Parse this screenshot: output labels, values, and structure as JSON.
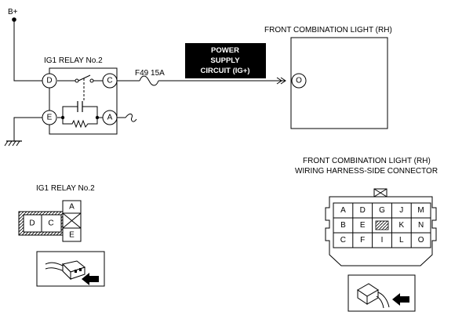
{
  "power": {
    "source": "B+"
  },
  "relay": {
    "title": "IG1 RELAY No.2",
    "terminals": {
      "d": "D",
      "c": "C",
      "e": "E",
      "a": "A"
    }
  },
  "fuse": {
    "label": "F49 15A"
  },
  "circuit": {
    "line1": "POWER",
    "line2": "SUPPLY",
    "line3": "CIRCUIT (IG+)"
  },
  "light": {
    "title": "FRONT COMBINATION LIGHT (RH)",
    "terminal": "O"
  },
  "relay_connector": {
    "title": "IG1 RELAY No.2",
    "pins": {
      "d": "D",
      "c": "C",
      "a": "A",
      "e": "E"
    }
  },
  "harness_connector": {
    "title1": "FRONT COMBINATION LIGHT (RH)",
    "title2": "WIRING HARNESS-SIDE CONNECTOR",
    "rows": [
      [
        "A",
        "D",
        "G",
        "J",
        "M"
      ],
      [
        "B",
        "E",
        "",
        "K",
        "N"
      ],
      [
        "C",
        "F",
        "I",
        "L",
        "O"
      ]
    ]
  }
}
